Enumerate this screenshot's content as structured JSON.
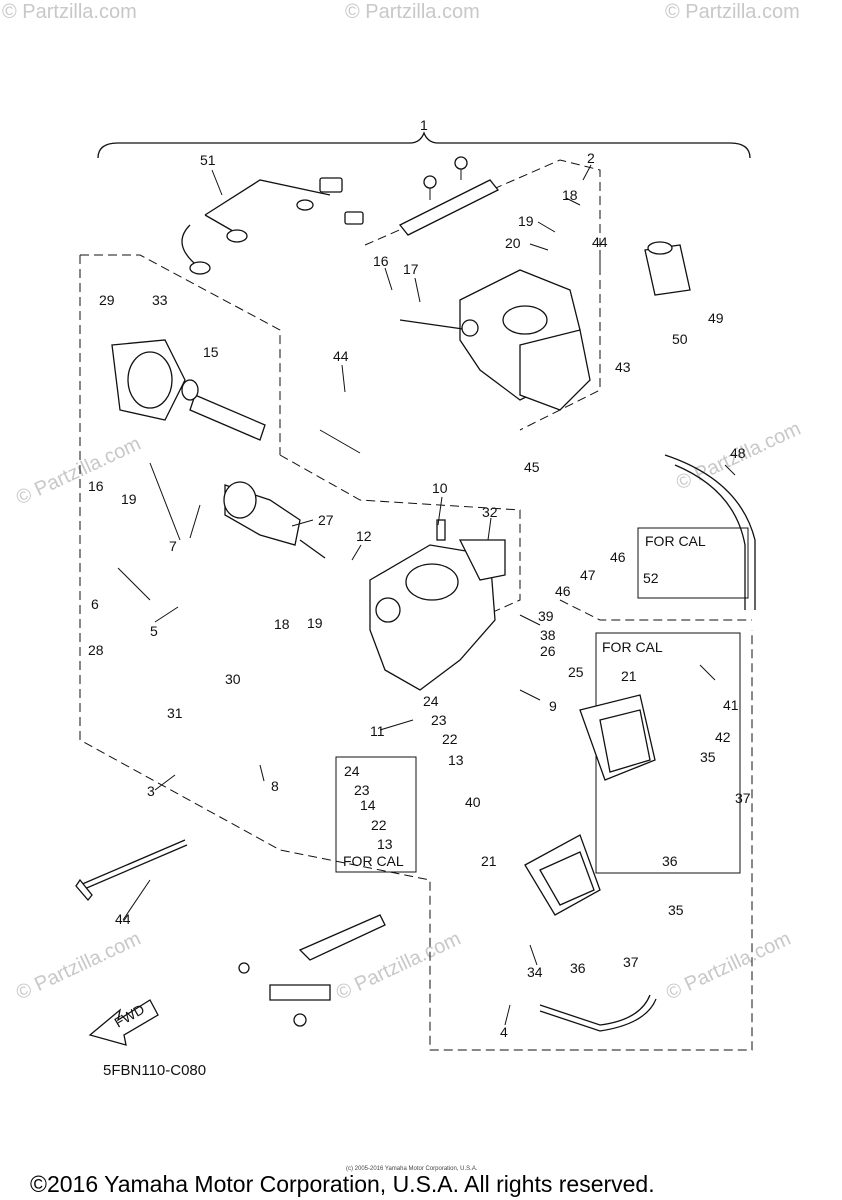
{
  "diagram_code": "5FBN110-C080",
  "copyright": "©2016 Yamaha Motor Corporation, U.S.A. All rights reserved.",
  "fine_print": "(c) 2005-2016 Yamaha Motor Corporation, U.S.A.",
  "watermark_text": "© Partzilla.com",
  "fwd_label": "FWD",
  "callouts": {
    "for_cal_a": "FOR CAL",
    "for_cal_b": "FOR CAL",
    "for_cal_c": "FOR CAL"
  },
  "part_numbers": {
    "p1": "1",
    "p2": "2",
    "p3": "3",
    "p4": "4",
    "p5": "5",
    "p6": "6",
    "p7": "7",
    "p8": "8",
    "p9": "9",
    "p10": "10",
    "p11": "11",
    "p12": "12",
    "p13a": "13",
    "p13b": "13",
    "p14": "14",
    "p15": "15",
    "p16a": "16",
    "p16b": "16",
    "p17": "17",
    "p18a": "18",
    "p18b": "18",
    "p19a": "19",
    "p19b": "19",
    "p19c": "19",
    "p20": "20",
    "p21a": "21",
    "p21b": "21",
    "p22a": "22",
    "p22b": "22",
    "p23a": "23",
    "p23b": "23",
    "p24a": "24",
    "p24b": "24",
    "p25": "25",
    "p26": "26",
    "p27": "27",
    "p28": "28",
    "p29": "29",
    "p30": "30",
    "p31": "31",
    "p32": "32",
    "p33": "33",
    "p34": "34",
    "p35a": "35",
    "p35b": "35",
    "p36a": "36",
    "p36b": "36",
    "p37a": "37",
    "p37b": "37",
    "p38": "38",
    "p39": "39",
    "p40": "40",
    "p41": "41",
    "p42": "42",
    "p43": "43",
    "p44a": "44",
    "p44b": "44",
    "p44c": "44",
    "p45": "45",
    "p46a": "46",
    "p46b": "46",
    "p47": "47",
    "p48": "48",
    "p49": "49",
    "p50": "50",
    "p51": "51",
    "p52": "52"
  }
}
